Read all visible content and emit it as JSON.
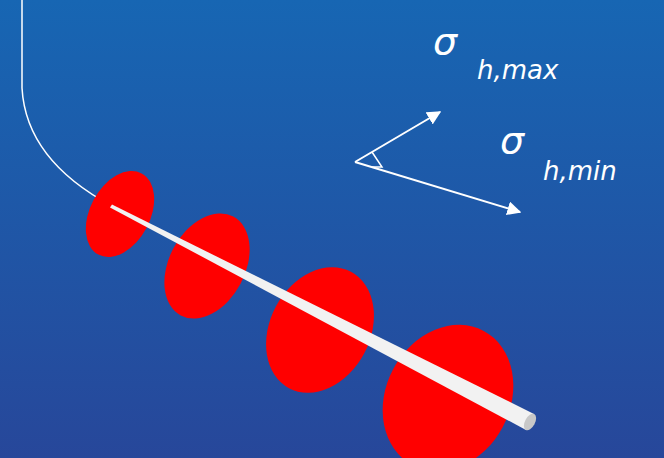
{
  "diagram": {
    "labels": [
      "σ",
      "h,max",
      "σ",
      "h,min"
    ]
  }
}
